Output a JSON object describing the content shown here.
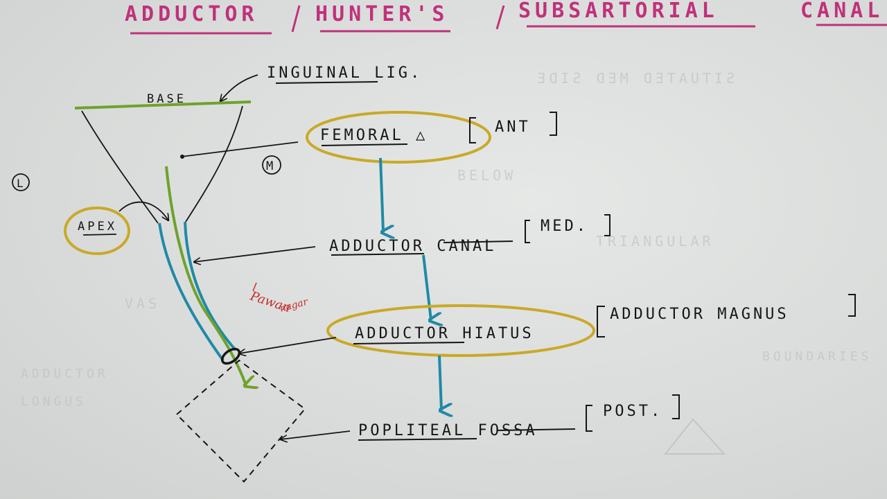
{
  "title": {
    "part1": "ADDUCTOR",
    "part2": "HUNTER'S",
    "part3": "SUBSARTORIAL",
    "part4": "CANAL"
  },
  "labels": {
    "inguinal": "INGUINAL LIG.",
    "base": "BASE",
    "femoral": "FEMORAL △",
    "femoral_pos": "ANT",
    "lateral": "L",
    "medial": "M",
    "apex": "APEX",
    "adductor_canal": "ADDUCTOR CANAL",
    "canal_pos": "MED.",
    "hiatus": "ADDUCTOR HIATUS",
    "hiatus_pos": "ADDUCTOR MAGNUS",
    "popliteal": "POPLITEAL FOSSA",
    "popliteal_pos": "POST."
  },
  "signature": {
    "line1": "Pawan",
    "line2": "nagar"
  },
  "colors": {
    "title": "#c0317a",
    "ink": "#151515",
    "green": "#6fa22b",
    "blue": "#1f8aa6",
    "yellow": "#c9a927",
    "red": "#c62b2b"
  }
}
